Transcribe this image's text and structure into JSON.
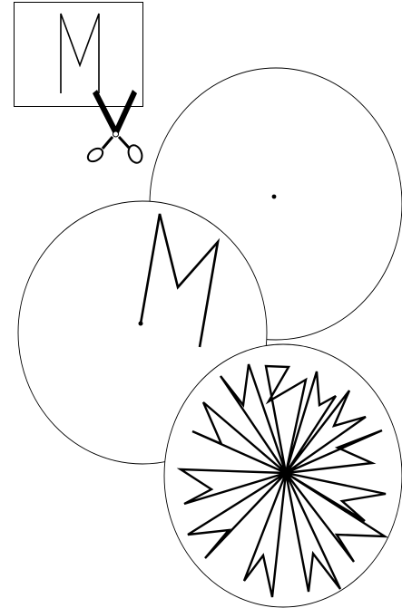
{
  "icons": {
    "letter_card": "letter-m-card",
    "scissors": "scissors-icon"
  },
  "colors": {
    "background": "#ffffff",
    "ink": "#000000"
  },
  "figures": [
    {
      "name": "letter-m-card",
      "description_in_image": ""
    },
    {
      "name": "circle-with-center-point"
    },
    {
      "name": "circle-with-letter-m-stroke"
    },
    {
      "name": "circle-with-starburst-scribble"
    }
  ]
}
